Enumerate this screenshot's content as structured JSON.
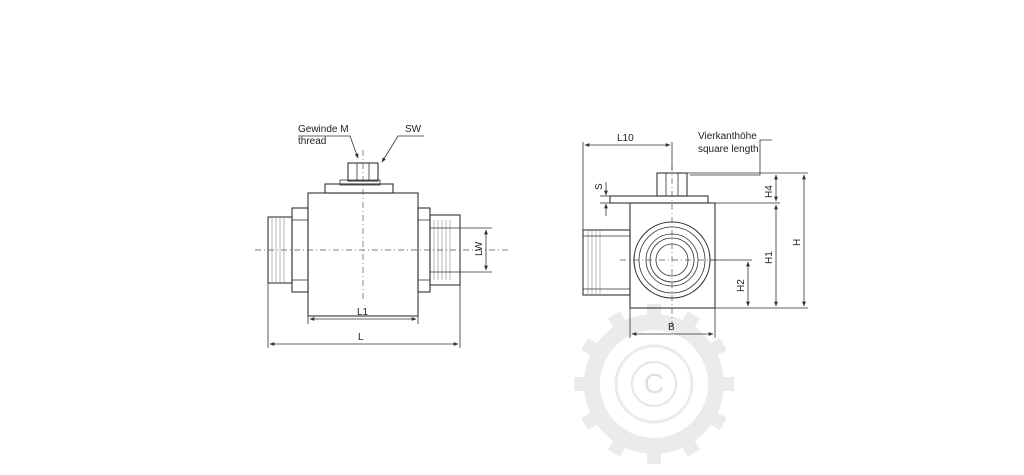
{
  "drawing": {
    "side_view": {
      "thread_label_de": "Gewinde M",
      "thread_label_en": "thread",
      "wrench_size_label": "SW",
      "port_width_label": "LW",
      "body_length_label": "L1",
      "total_length_label": "L"
    },
    "end_view": {
      "stem_offset_label": "L10",
      "square_length_label_de": "Vierkanthöhe",
      "square_length_label_en": "square length",
      "stem_thickness_label": "S",
      "height_h4_label": "H4",
      "height_h1_label": "H1",
      "height_h_label": "H",
      "height_h2_label": "H2",
      "width_label": "B"
    },
    "watermark": {
      "letter": "C",
      "color": "#d8d8d8"
    }
  }
}
